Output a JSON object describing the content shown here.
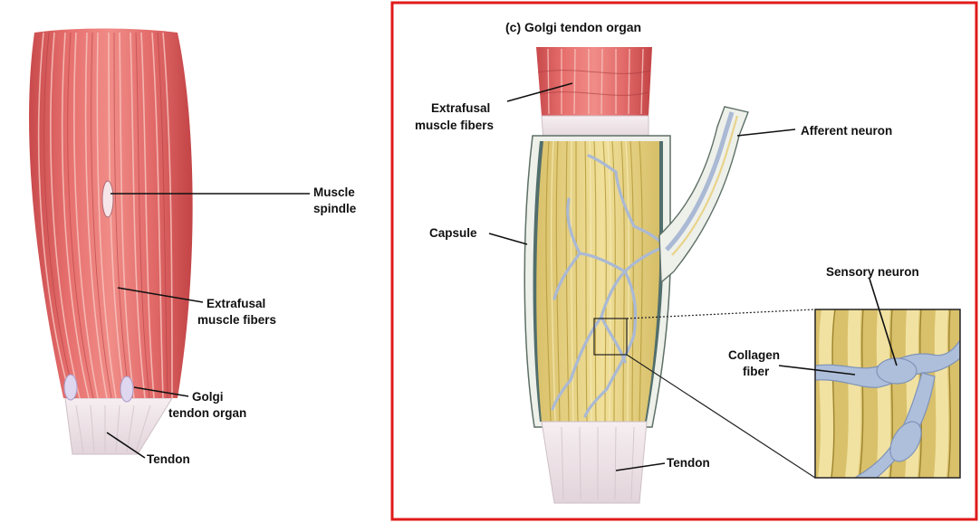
{
  "left_panel": {
    "labels": {
      "muscle_spindle_1": "Muscle",
      "muscle_spindle_2": "spindle",
      "extrafusal_1": "Extrafusal",
      "extrafusal_2": "muscle fibers",
      "golgi_1": "Golgi",
      "golgi_2": "tendon organ",
      "tendon": "Tendon"
    }
  },
  "right_panel": {
    "title": "(c)  Golgi tendon organ",
    "frame_color": "#e01b1b",
    "labels": {
      "extrafusal_1": "Extrafusal",
      "extrafusal_2": "muscle fibers",
      "afferent_neuron": "Afferent neuron",
      "capsule": "Capsule",
      "sensory_neuron": "Sensory neuron",
      "collagen_1": "Collagen",
      "collagen_2": "fiber",
      "tendon": "Tendon"
    }
  },
  "colors": {
    "muscle": "#d9595a",
    "muscle_light": "#f1a3a0",
    "tendon": "#efe6ea",
    "collagen": "#e6d27a",
    "collagen_dark": "#b59a3a",
    "neuron": "#a9b9d6",
    "capsule_dark": "#4f6a6a"
  }
}
